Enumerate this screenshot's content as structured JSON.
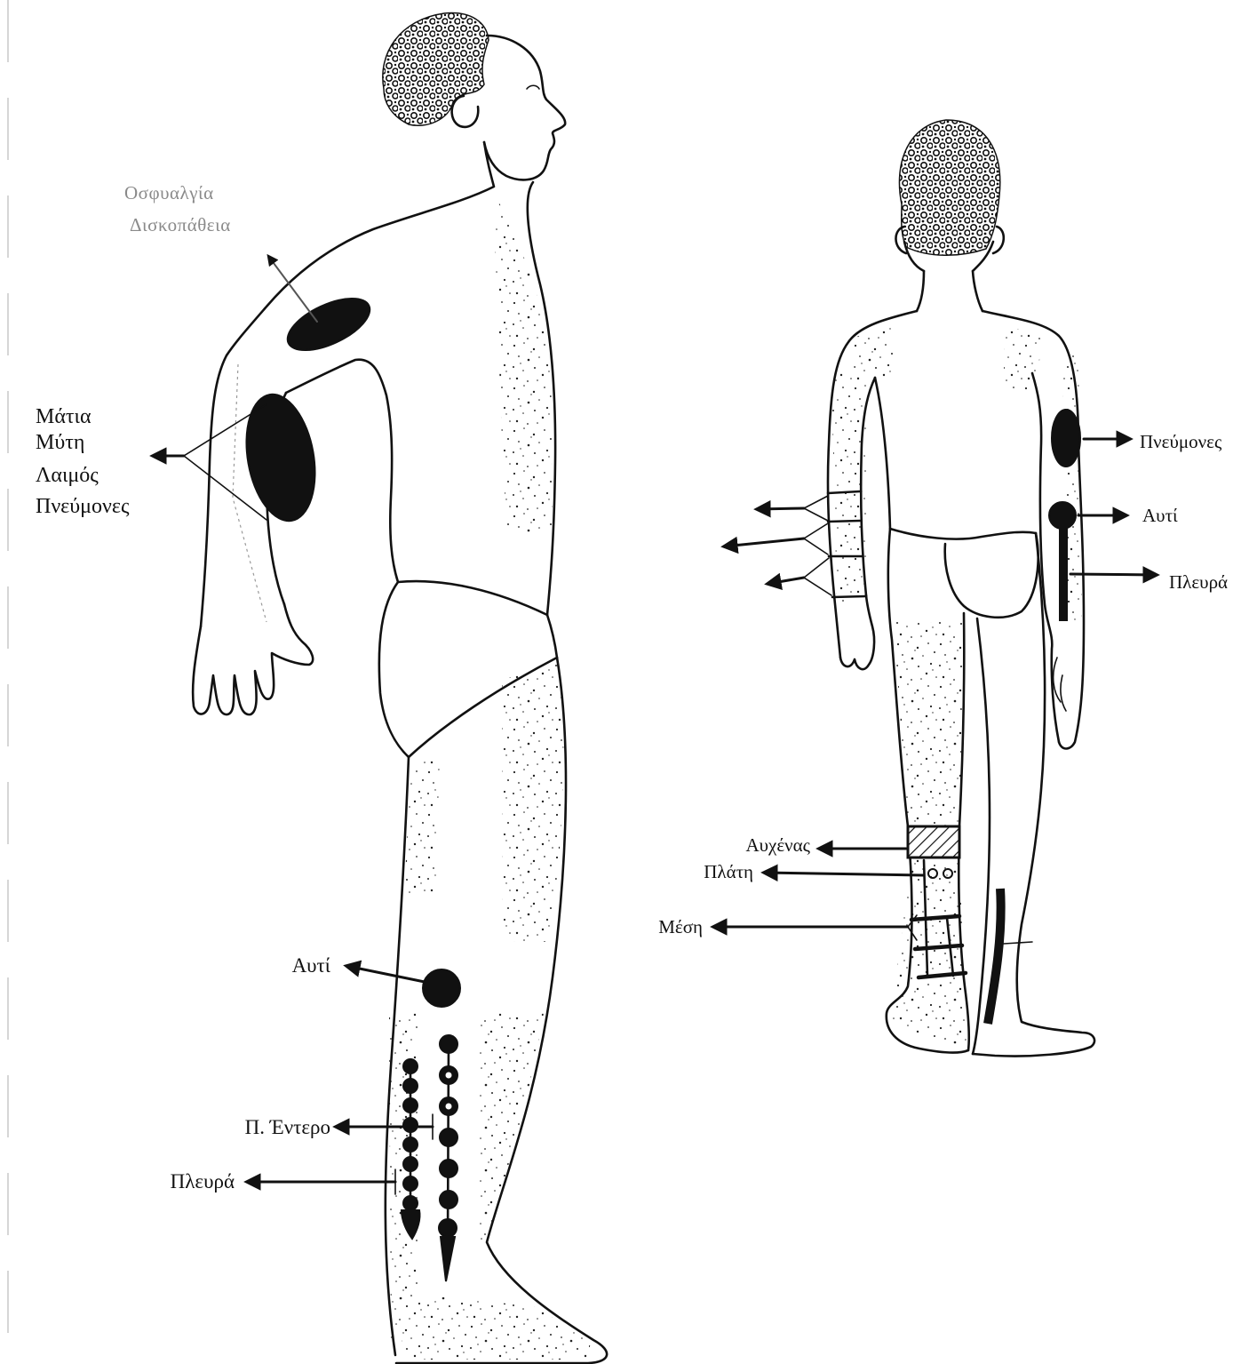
{
  "side_view": {
    "labels": {
      "spine_line1": "Οσφυαλγία",
      "spine_line2": "Δισκοπάθεια",
      "arm_zone": [
        "Μάτια",
        "Μύτη",
        "Λαιμός",
        "Πνεύμονες"
      ],
      "knee": "Αυτί",
      "calf_intestine": "Π. Έντερο",
      "calf_pleura": "Πλευρά"
    }
  },
  "back_view": {
    "labels": {
      "arm_lungs": "Πνεύμονες",
      "arm_ear": "Αυτί",
      "arm_pleura": "Πλευρά",
      "leg_neck": "Αυχένας",
      "leg_back": "Πλάτη",
      "leg_lower_back": "Μέση"
    }
  },
  "colors": {
    "ink": "#111111",
    "paper": "#ffffff",
    "faint_text": "#8a8a8a"
  }
}
